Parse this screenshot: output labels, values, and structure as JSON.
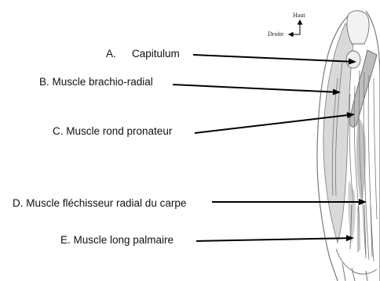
{
  "orientation": {
    "up_label": "Haut",
    "right_label": "Droite"
  },
  "labels": [
    {
      "letter": "A.",
      "text": "Capitulum"
    },
    {
      "text": "B. Muscle brachio-radial"
    },
    {
      "text": "C. Muscle rond pronateur"
    },
    {
      "text": "D. Muscle fléchisseur radial du carpe"
    },
    {
      "text": "E. Muscle long palmaire"
    }
  ],
  "colors": {
    "arrow": "#000000",
    "anatomy_line": "#6e6e6e",
    "shading": "#9a9a9a"
  }
}
